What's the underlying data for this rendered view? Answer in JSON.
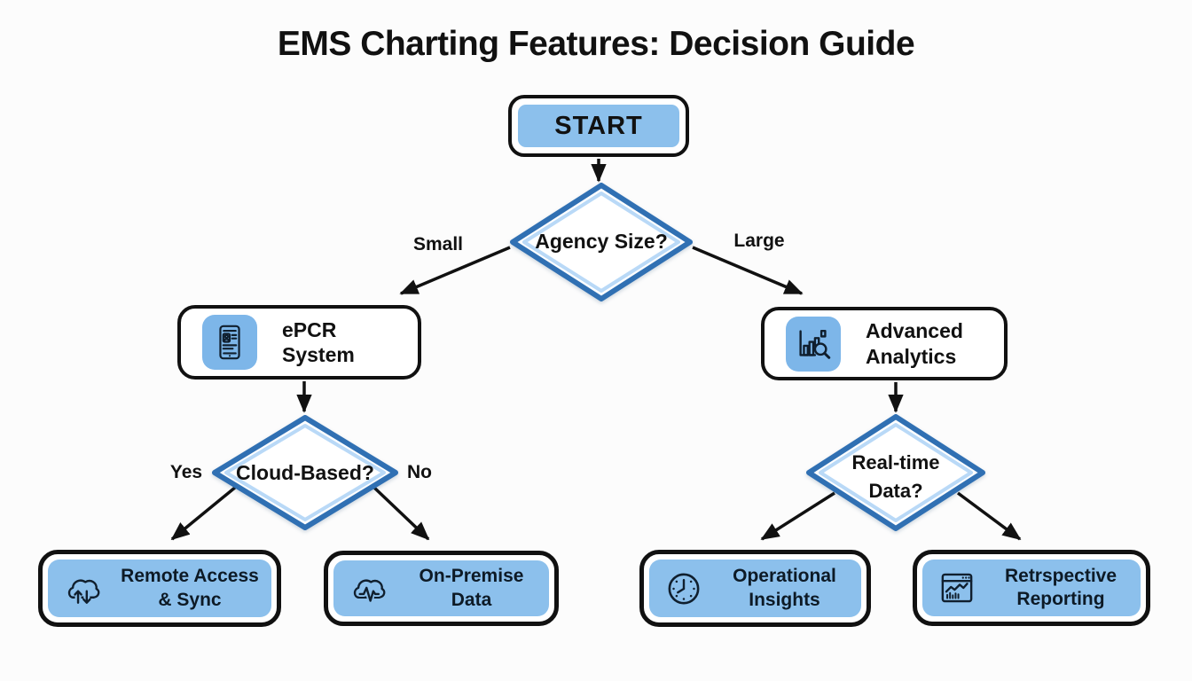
{
  "title": "EMS Charting Features: Decision Guide",
  "colors": {
    "bg": "#fcfcfc",
    "ink": "#111111",
    "node_border": "#111111",
    "light_blue": "#8cc0ec",
    "icon_blue": "#7db6e9",
    "diamond_stroke": "#3070b3",
    "diamond_inner_stroke": "#b9d9f7",
    "diamond_fill": "#ffffff"
  },
  "start": {
    "label": "START"
  },
  "decisions": {
    "agency_size": {
      "question": "Agency Size?",
      "left_label": "Small",
      "right_label": "Large"
    },
    "cloud_based": {
      "question": "Cloud-Based?",
      "left_label": "Yes",
      "right_label": "No"
    },
    "realtime_data": {
      "question_line1": "Real-time",
      "question_line2": "Data?"
    }
  },
  "feature_nodes": {
    "epcr_system": {
      "line1": "ePCR",
      "line2": "System",
      "icon": "tablet-epcr-icon"
    },
    "advanced_analytics": {
      "line1": "Advanced",
      "line2": "Analytics",
      "icon": "bar-chart-magnifier-icon"
    }
  },
  "outcome_nodes": {
    "remote_access_sync": {
      "line1": "Remote Access",
      "line2": "& Sync",
      "icon": "cloud-sync-icon"
    },
    "on_premise_data": {
      "line1": "On-Premise",
      "line2": "Data",
      "icon": "cloud-pulse-icon"
    },
    "operational_insights": {
      "line1": "Operational",
      "line2": "Insights",
      "icon": "clock-icon"
    },
    "retrospective_reporting": {
      "line1": "Retrspective",
      "line2": "Reporting",
      "icon": "window-chart-icon"
    }
  }
}
